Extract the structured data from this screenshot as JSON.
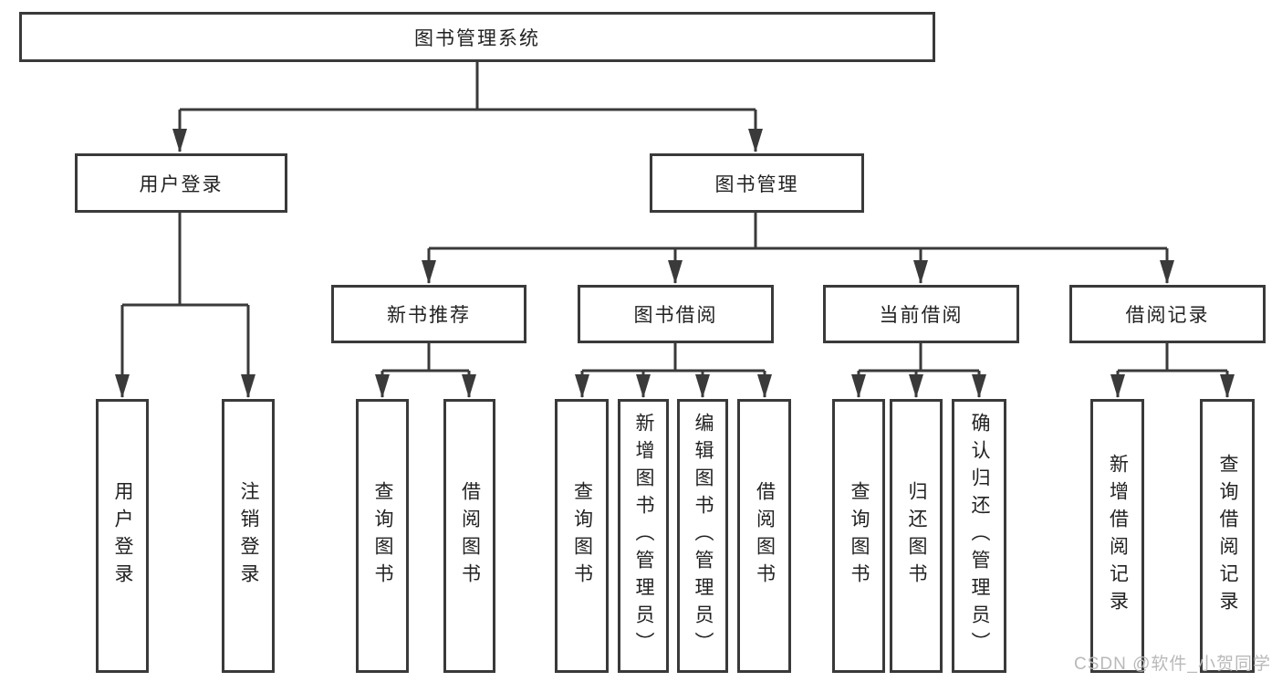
{
  "tree": {
    "root": {
      "label": "图书管理系统"
    },
    "children": [
      {
        "label": "用户登录",
        "children": [
          {
            "label": "用户登录"
          },
          {
            "label": "注销登录"
          }
        ]
      },
      {
        "label": "图书管理",
        "children": [
          {
            "label": "新书推荐",
            "children": [
              {
                "label": "查询图书"
              },
              {
                "label": "借阅图书"
              }
            ]
          },
          {
            "label": "图书借阅",
            "children": [
              {
                "label": "查询图书"
              },
              {
                "label": "新增图书（管理员）"
              },
              {
                "label": "编辑图书（管理员）"
              },
              {
                "label": "借阅图书"
              }
            ]
          },
          {
            "label": "当前借阅",
            "children": [
              {
                "label": "查询图书"
              },
              {
                "label": "归还图书"
              },
              {
                "label": "确认归还（管理员）"
              }
            ]
          },
          {
            "label": "借阅记录",
            "children": [
              {
                "label": "新增借阅记录"
              },
              {
                "label": "查询借阅记录"
              }
            ]
          }
        ]
      }
    ]
  },
  "watermark": "CSDN @软件_小贺同学",
  "colors": {
    "line": "#3a3a3a",
    "text": "#222222",
    "watermark": "#b9b9b9",
    "background": "#ffffff"
  }
}
